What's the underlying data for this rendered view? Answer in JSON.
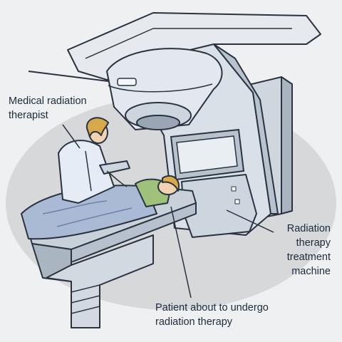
{
  "labels": {
    "therapist": {
      "line1": "Medical radiation",
      "line2": "therapist"
    },
    "machine": {
      "line1": "Radiation",
      "line2": "therapy",
      "line3": "treatment",
      "line4": "machine"
    },
    "patient": {
      "line1": "Patient about to undergo",
      "line2": "radiation therapy"
    }
  },
  "colors": {
    "background": "#eef0f2",
    "backdrop": "#d6d8da",
    "machine_body": "#d9e0e8",
    "machine_shadow": "#a9b4c0",
    "outline": "#2a3340",
    "couch": "#c8d0da",
    "sheet": "#aab9d4",
    "patient_gown": "#9ec27a",
    "hair": "#d9a84a",
    "skin": "#f1d2b3",
    "leader_line": "#2a3340"
  }
}
